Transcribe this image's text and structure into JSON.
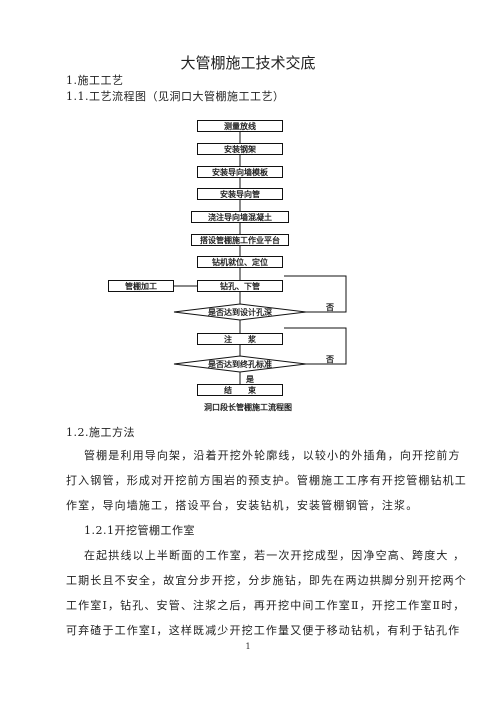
{
  "doc": {
    "title": "大管棚施工技术交底",
    "h1": "1.施工工艺",
    "h11": "1.1.工艺流程图（见洞口大管棚施工工艺）",
    "flow": {
      "steps": [
        "测量放线",
        "安装钢架",
        "安装导向墙模板",
        "安装导向管",
        "浇注导向墙混凝土",
        "搭设管棚施工作业平台",
        "钻机就位、定位",
        "钻孔、下管"
      ],
      "side_box": "管棚加工",
      "decision1": "是否达到设计孔深",
      "no1": "否",
      "grout": "注　　浆",
      "decision2": "是否达到终孔标准",
      "no2": "否",
      "yes2": "是",
      "end": "结　　束"
    },
    "caption": "洞口段长管棚施工流程图",
    "h12": "1.2.施工方法",
    "p1": [
      "管棚是利用导向架，沿着开挖外轮廓线，以较小的外插角，向开挖前方",
      "打入钢管，形成对开挖前方围岩的预支护。管棚施工工序有开挖管棚钻机工",
      "作室，导向墙施工，搭设平台，安装钻机，安装管棚钢管，注浆。"
    ],
    "h121": "1.2.1开挖管棚工作室",
    "p2": [
      "在起拱线以上半断面的工作室，若一次开挖成型，因净空高、跨度大 ，",
      "工期长且不安全，故宜分步开挖，分步施钻，即先在两边拱脚分别开挖两个",
      "工作室Ⅰ，钻孔、安管、注浆之后，再开挖中间工作室Ⅱ，开挖工作室Ⅱ时，",
      "可弃碴于工作室Ⅰ，这样既减少开挖工作量又便于移动钻机，有利于钻孔作"
    ],
    "page": "1"
  }
}
